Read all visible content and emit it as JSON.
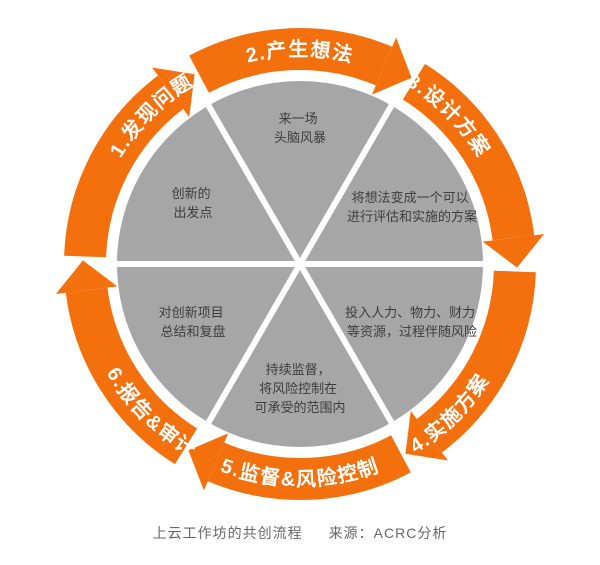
{
  "page": {
    "background": "#ffffff"
  },
  "diagram": {
    "ring": {
      "color": "#f4700d",
      "labels": [
        {
          "text": "1.发现问题"
        },
        {
          "text": "2.产生想法"
        },
        {
          "text": "3.设计方案"
        },
        {
          "text": "4.实施方案"
        },
        {
          "text": "5.监督&风险控制"
        },
        {
          "text": "6.报告&审计"
        }
      ]
    },
    "pie": {
      "color": "#a6a6a6",
      "text_color": "#3d3d3d",
      "sectors": {
        "top": {
          "lines": [
            "来一场",
            "头脑风暴"
          ]
        },
        "upper_right": {
          "lines": [
            "将想法变成一个可以",
            "进行评估和实施的方案"
          ]
        },
        "lower_right": {
          "lines": [
            "投入人力、物力、财力",
            "等资源，过程伴随风险"
          ]
        },
        "bottom": {
          "lines": [
            "持续监督，",
            "将风险控制在",
            "可承受的范围内"
          ]
        },
        "lower_left": {
          "lines": [
            "对创新项目",
            "总结和复盘"
          ]
        },
        "upper_left": {
          "lines": [
            "创新的",
            "出发点"
          ]
        }
      }
    }
  },
  "caption": {
    "title": "上云工作坊的共创流程",
    "source": "来源：ACRC分析"
  }
}
